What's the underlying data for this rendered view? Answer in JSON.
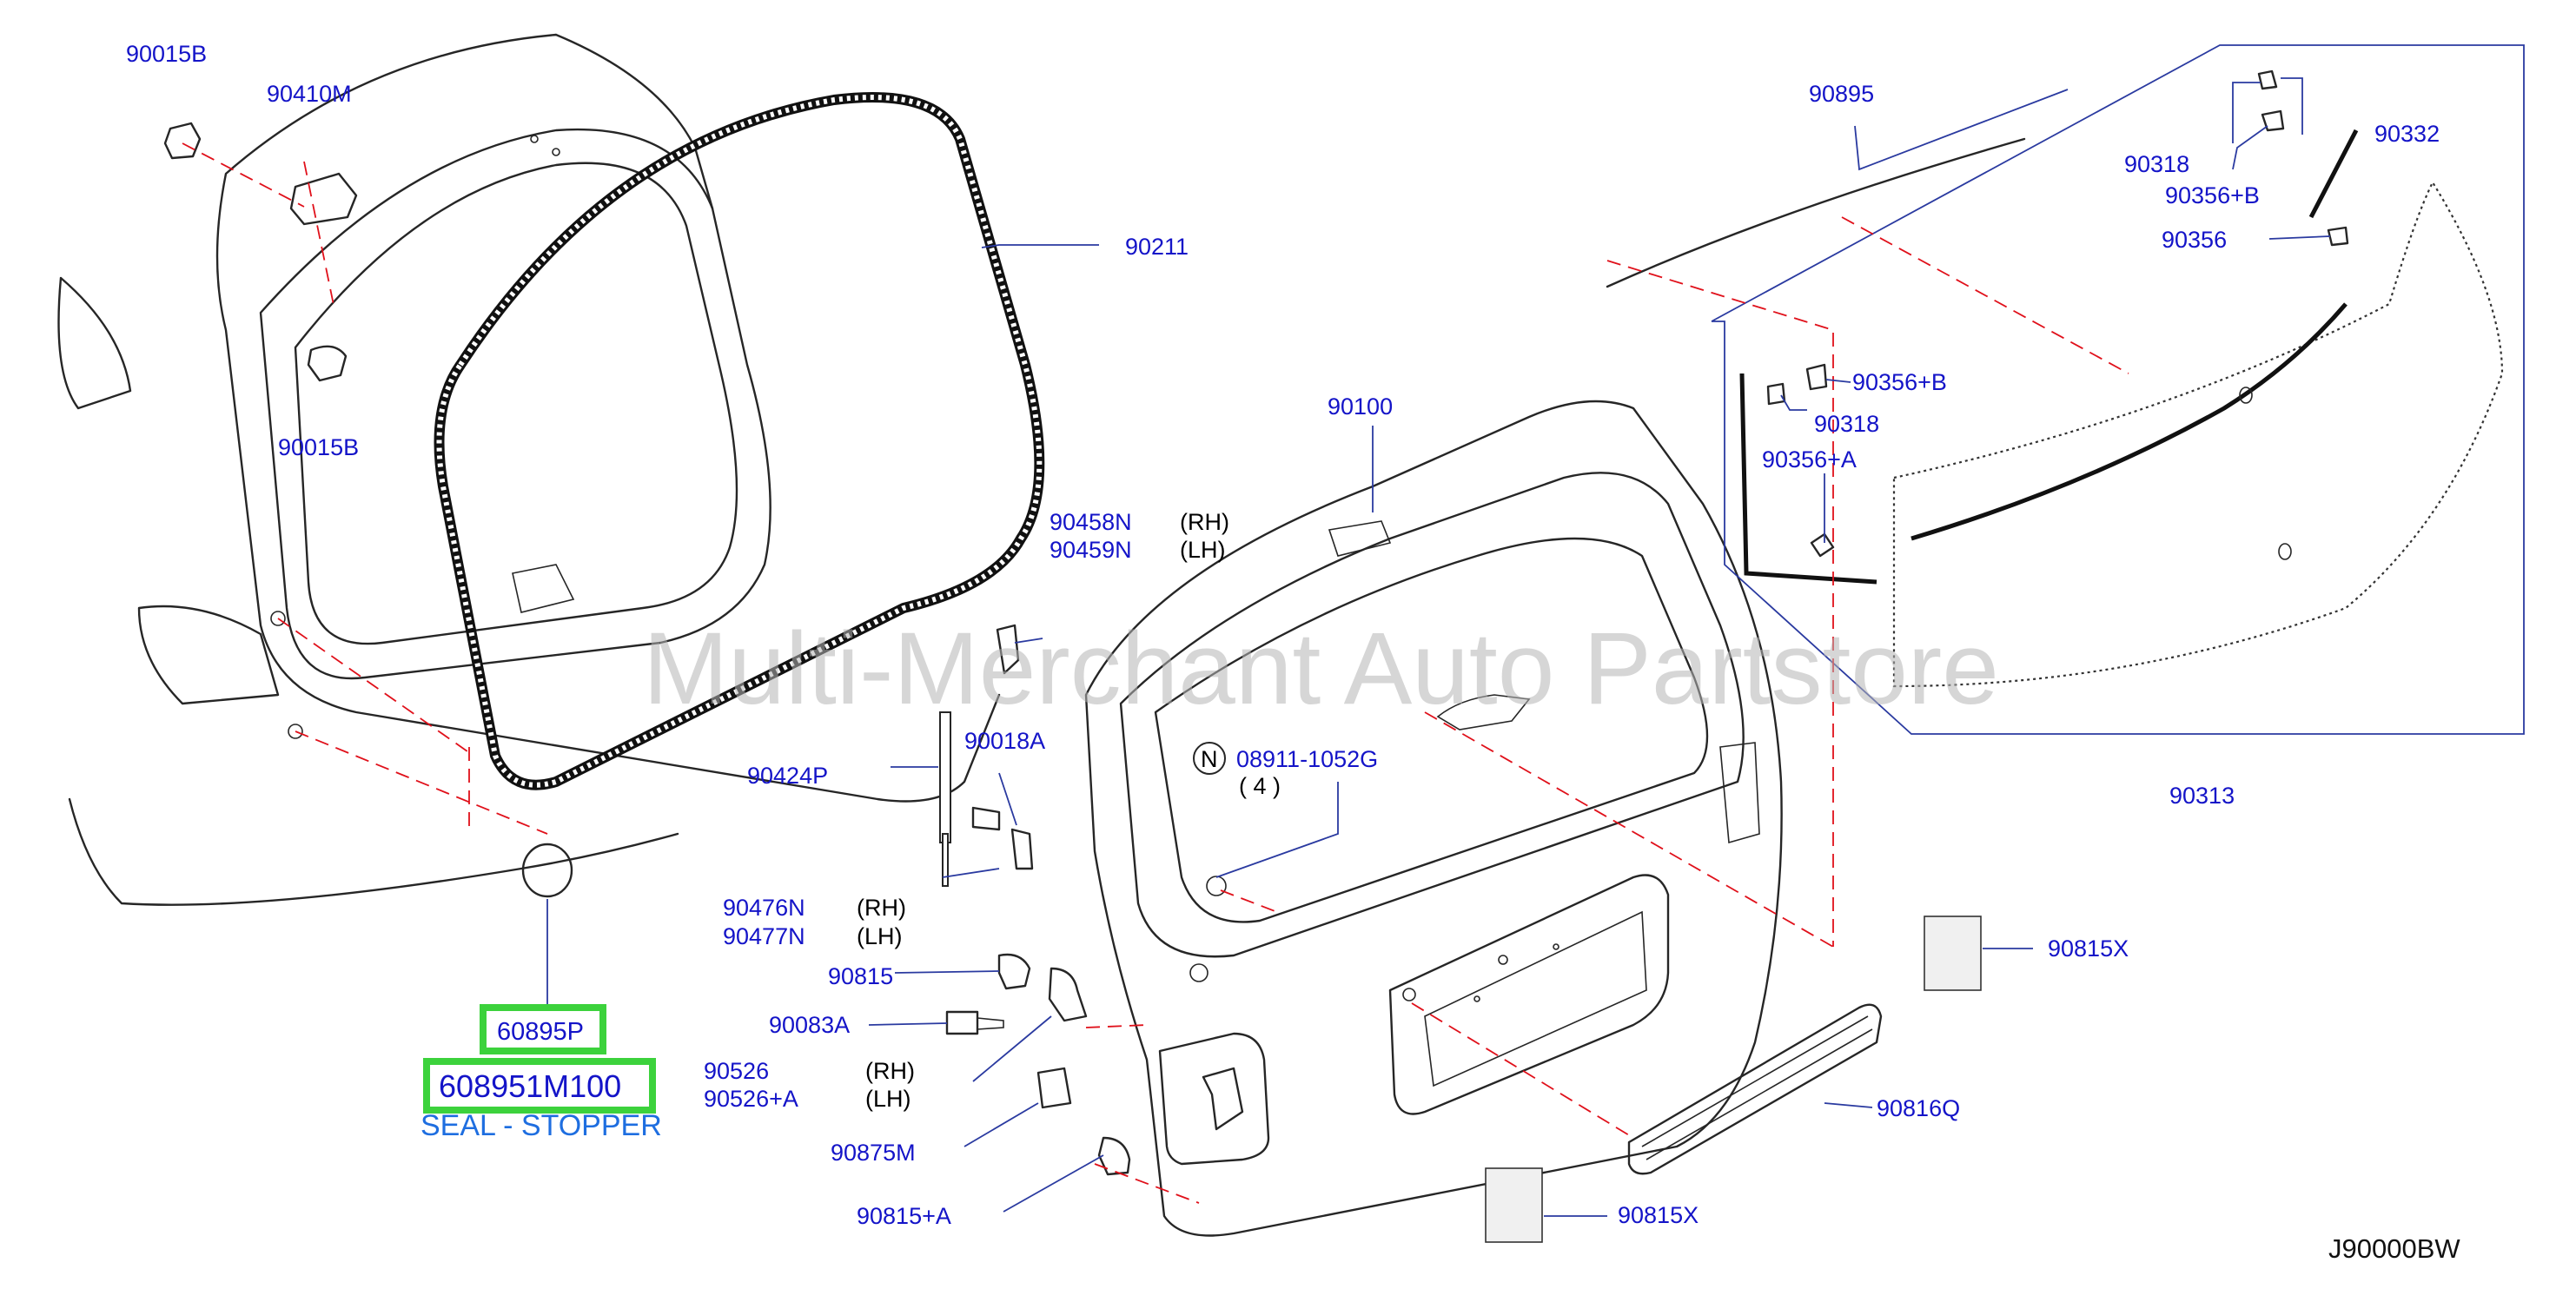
{
  "diagram": {
    "watermark": "Multi-Merchant Auto Partstore",
    "footer_code": "J90000BW",
    "highlight": {
      "part_number": "60895P",
      "oem_number": "608951M100",
      "description": "SEAL - STOPPER"
    },
    "callout": {
      "symbol": "N",
      "number": "08911-1052G",
      "qty": "( 4 )"
    },
    "side_markers": {
      "rh": "(RH)",
      "lh": "(LH)"
    },
    "labels": {
      "p90015B_top": "90015B",
      "p90410M": "90410M",
      "p90015B_bottom": "90015B",
      "p90211": "90211",
      "p90100": "90100",
      "p90458N": "90458N",
      "p90459N": "90459N",
      "p90018A": "90018A",
      "p90424P": "90424P",
      "p90476N": "90476N",
      "p90477N": "90477N",
      "p90815": "90815",
      "p90083A": "90083A",
      "p90526": "90526",
      "p90526A": "90526+A",
      "p90875M": "90875M",
      "p90815A": "90815+A",
      "p90895": "90895",
      "p90332": "90332",
      "p90318_top": "90318",
      "p90356B_top": "90356+B",
      "p90356": "90356",
      "p90356B_mid": "90356+B",
      "p90318_mid": "90318",
      "p90356A": "90356+A",
      "p90313": "90313",
      "p90815X_right": "90815X",
      "p90816Q": "90816Q",
      "p90815X_bottom": "90815X"
    }
  }
}
